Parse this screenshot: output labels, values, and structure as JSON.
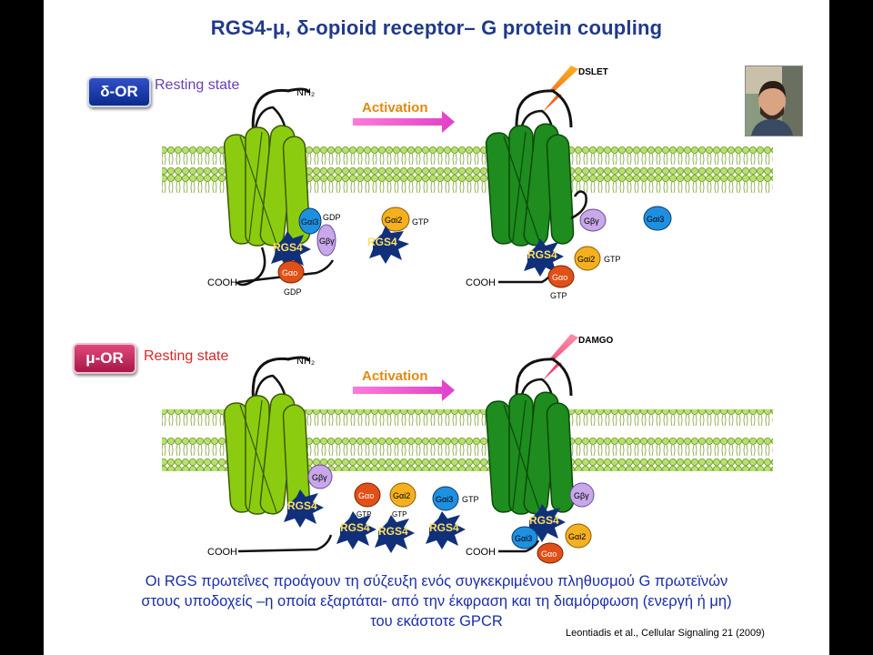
{
  "title": "RGS4-μ, δ-opioid receptor– G protein coupling",
  "panel_delta": {
    "badge": "δ-OR",
    "resting_label": "Resting state",
    "activation_label": "Activation",
    "agonist": "DSLET",
    "nh2": "NH₂",
    "cooh_left": "COOH",
    "cooh_right": "COOH",
    "rgs4": "RGS4",
    "gai3": "Gαi3",
    "gai2": "Gαi2",
    "gao": "Gαo",
    "gby": "Gβγ",
    "gdp": "GDP",
    "gtp": "GTP"
  },
  "panel_mu": {
    "badge": "μ-OR",
    "resting_label": "Resting state",
    "activation_label": "Activation",
    "agonist": "DAMGO",
    "nh2": "NH₂",
    "cooh_left": "COOH",
    "cooh_right": "COOH",
    "rgs4": "RGS4",
    "gai3": "Gαi3",
    "gai2": "Gαi2",
    "gao": "Gαo",
    "gby": "Gβγ",
    "gtp": "GTP"
  },
  "caption": {
    "line1": "Οι RGS πρωτεΐνες προάγουν τη σύζευξη ενός συγκεκριμένου πληθυσμού G  πρωτεϊνών",
    "line2": "στους υποδοχείς –η οποία εξαρτάται- από την έκφραση και τη διαμόρφωση (ενεργή ή μη)",
    "line3": "του εκάστοτε GPCR"
  },
  "citation": "Leontiadis et al., Cellular Signaling 21 (2009)",
  "colors": {
    "title": "#1f3a8a",
    "membrane": "#9acd32",
    "receptor_resting": "#8ccc10",
    "receptor_active": "#1e8c1e",
    "rgs4": "#10307a",
    "gai3": "#1e90e0",
    "gai2": "#f5b020",
    "gao": "#e05018",
    "gby": "#c8a8e8",
    "caption": "#1a2ea8"
  }
}
